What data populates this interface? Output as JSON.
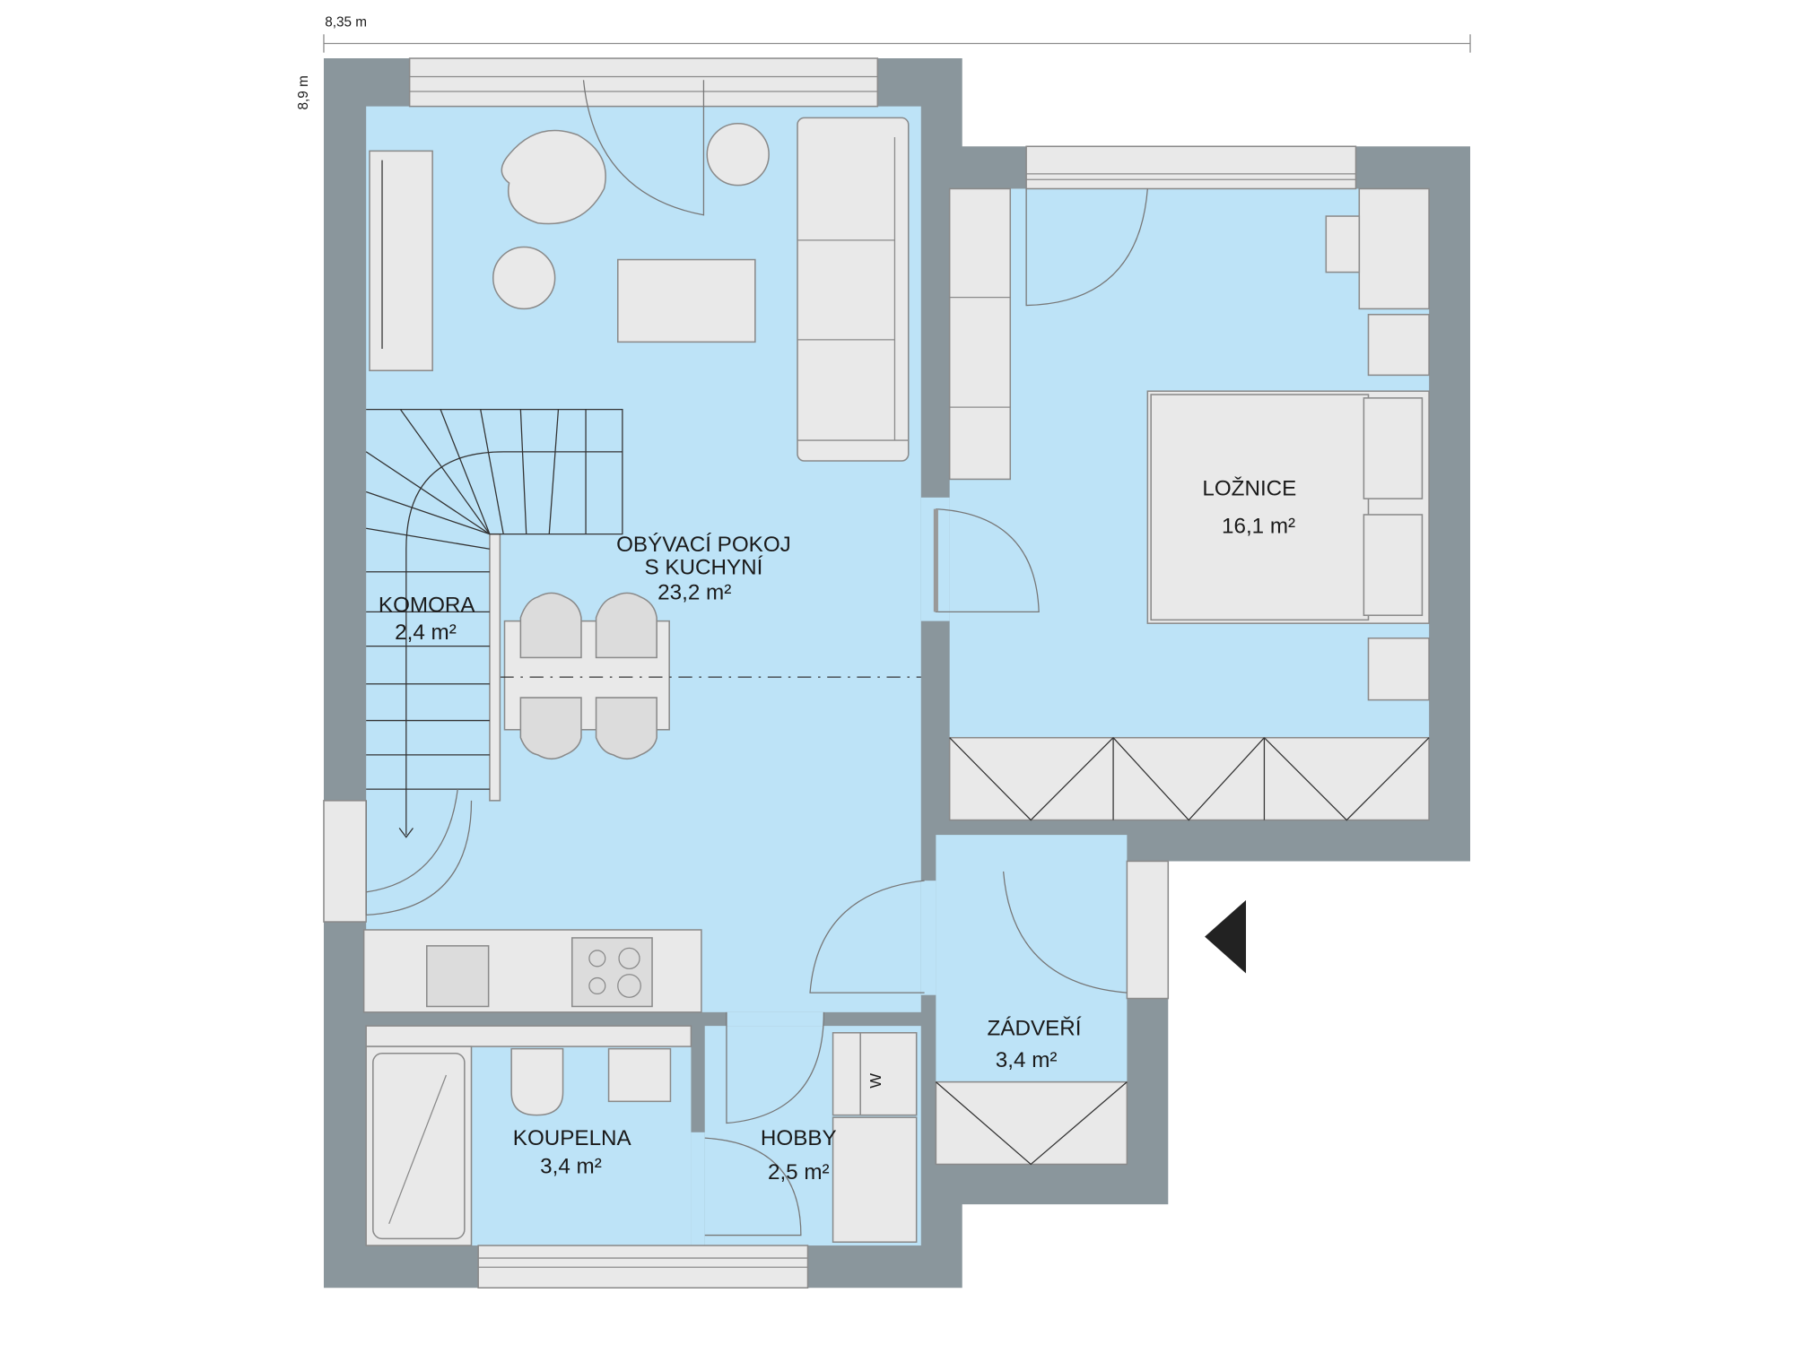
{
  "dimensions": {
    "width_label": "8,35 m",
    "height_label": "8,9 m"
  },
  "rooms": {
    "living": {
      "name_line1": "OBÝVACÍ POKOJ",
      "name_line2": "S KUCHYNÍ",
      "area": "23,2 m²"
    },
    "storage": {
      "name": "KOMORA",
      "area": "2,4 m²"
    },
    "bedroom": {
      "name": "LOŽNICE",
      "area": "16,1 m²"
    },
    "hall": {
      "name": "ZÁDVEŘÍ",
      "area": "3,4 m²"
    },
    "bathroom": {
      "name": "KOUPELNA",
      "area": "3,4 m²"
    },
    "hobby": {
      "name": "HOBBY",
      "area": "2,5 m²"
    }
  },
  "washer_label": "W",
  "colors": {
    "wall": "#8a969c",
    "floor": "#bde3f7",
    "furniture": "#e9e9e9"
  }
}
